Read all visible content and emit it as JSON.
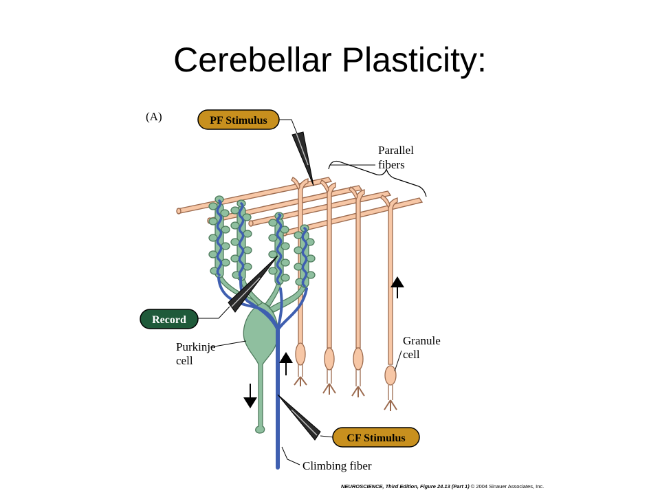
{
  "title": "Cerebellar Plasticity:",
  "figure": {
    "panel_label": "(A)",
    "labels": {
      "pf_stimulus": "PF Stimulus",
      "parallel_line1": "Parallel",
      "parallel_line2": "fibers",
      "record": "Record",
      "purkinje_line1": "Purkinje",
      "purkinje_line2": "cell",
      "granule_line1": "Granule",
      "granule_line2": "cell",
      "cf_stimulus": "CF Stimulus",
      "climbing_fiber": "Climbing fiber"
    },
    "colors": {
      "granule_fill": "#f7c7a6",
      "granule_stroke": "#9b6a4e",
      "purkinje_fill": "#8fbf9f",
      "purkinje_stroke": "#4d7a5c",
      "climbing_fiber": "#3f5fb0",
      "pf_pill": "#c8901e",
      "cf_pill": "#c8901e",
      "record_pill": "#1f5a3a"
    }
  },
  "credit": {
    "book": "NEUROSCIENCE, Third Edition, Figure 24.13 (Part 1)",
    "rest": "© 2004 Sinauer Associates, Inc."
  }
}
